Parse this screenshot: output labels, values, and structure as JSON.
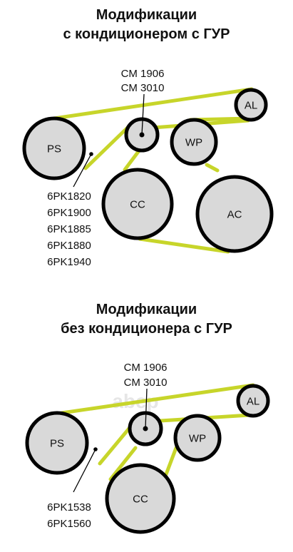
{
  "section1": {
    "title_line1": "Модификации",
    "title_line2": "с кондиционером с ГУР",
    "top_codes": [
      "CM 1906",
      "CM 3010"
    ],
    "belt_codes": [
      "6PK1820",
      "6PK1900",
      "6PK1885",
      "6PK1880",
      "6PK1940"
    ],
    "pulleys": {
      "ps": "PS",
      "cc": "CC",
      "ac": "AC",
      "wp": "WP",
      "al": "AL"
    }
  },
  "section2": {
    "title_line1": "Модификации",
    "title_line2": "без кондиционера с ГУР",
    "top_codes": [
      "CM 1906",
      "CM 3010"
    ],
    "belt_codes": [
      "6PK1538",
      "6PK1560"
    ],
    "pulleys": {
      "ps": "PS",
      "cc": "CC",
      "wp": "WP",
      "al": "AL"
    }
  },
  "watermark": "abep",
  "colors": {
    "belt": "#c7d52a",
    "pulley_fill": "#d9d9d9",
    "pulley_stroke": "#000000",
    "text": "#111111"
  }
}
